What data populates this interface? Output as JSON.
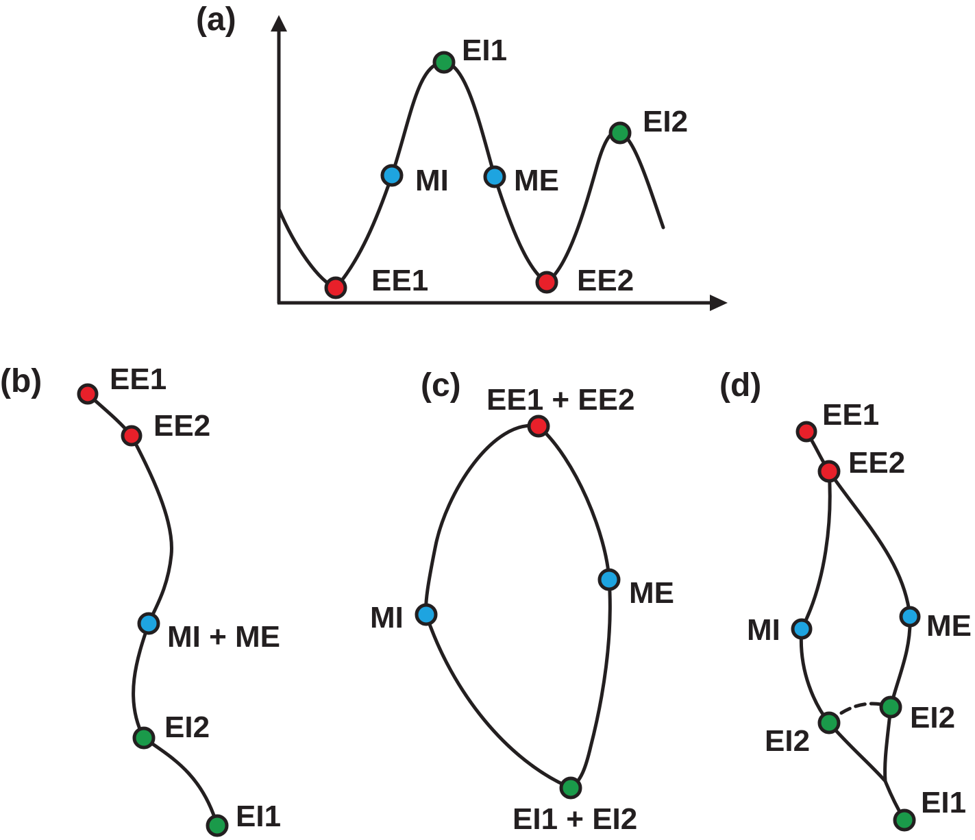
{
  "colors": {
    "entry_exit_red": "#e8202a",
    "middle_blue": "#1ea4e0",
    "extremum_green": "#1a9a4a",
    "stroke": "#231f20"
  },
  "panel_a": {
    "tag": "(a)",
    "labels": {
      "EI1": "EI1",
      "EI2": "EI2",
      "MI": "MI",
      "ME": "ME",
      "EE1": "EE1",
      "EE2": "EE2"
    }
  },
  "panel_b": {
    "tag": "(b)",
    "labels": {
      "EE1": "EE1",
      "EE2": "EE2",
      "MI_ME": "MI + ME",
      "EI2": "EI2",
      "EI1": "EI1"
    }
  },
  "panel_c": {
    "tag": "(c)",
    "labels": {
      "EE1_EE2": "EE1 + EE2",
      "MI": "MI",
      "ME": "ME",
      "EI1_EI2": "EI1 + EI2"
    }
  },
  "panel_d": {
    "tag": "(d)",
    "labels": {
      "EE1": "EE1",
      "EE2": "EE2",
      "MI": "MI",
      "ME": "ME",
      "EI2_left": "EI2",
      "EI2_right": "EI2",
      "EI1": "EI1"
    }
  }
}
